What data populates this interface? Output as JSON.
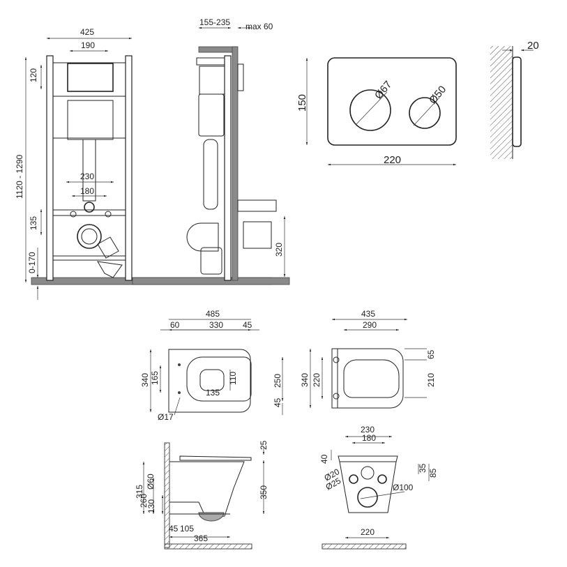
{
  "frame_front": {
    "width": "425",
    "panel_width": "190",
    "panel_height": "120",
    "height": "1120 - 1290",
    "pipe_outer": "230",
    "pipe_inner": "180",
    "drain_offset": "135",
    "floor_adjust": "0-170"
  },
  "frame_side": {
    "depth": "155-235",
    "wall": "max 60",
    "drain_height": "320"
  },
  "flush_plate": {
    "height": "150",
    "width": "220",
    "button_large": "Ø67",
    "button_small": "Ø50",
    "thickness": "20"
  },
  "bowl_top": {
    "length": "485",
    "d60": "60",
    "d330": "330",
    "d45": "45",
    "width": "340",
    "holes": "165",
    "hole_dia": "Ø17",
    "inner_w": "135",
    "inner_h": "110",
    "bowl_w": "250",
    "rear": "45"
  },
  "seat_top": {
    "length": "435",
    "inner": "290",
    "width": "340",
    "hinge": "220",
    "front": "65",
    "span": "210"
  },
  "bowl_side": {
    "seat": "25",
    "height": "350",
    "h315": "315",
    "h260": "260",
    "outlet": "Ø60",
    "h130": "130",
    "d45": "45",
    "d105": "105",
    "depth": "365"
  },
  "bowl_rear": {
    "outer": "230",
    "inner": "180",
    "h40": "40",
    "h35": "35",
    "h85": "85",
    "d20": "Ø20",
    "d25": "Ø25",
    "d100": "Ø100",
    "base": "220"
  }
}
